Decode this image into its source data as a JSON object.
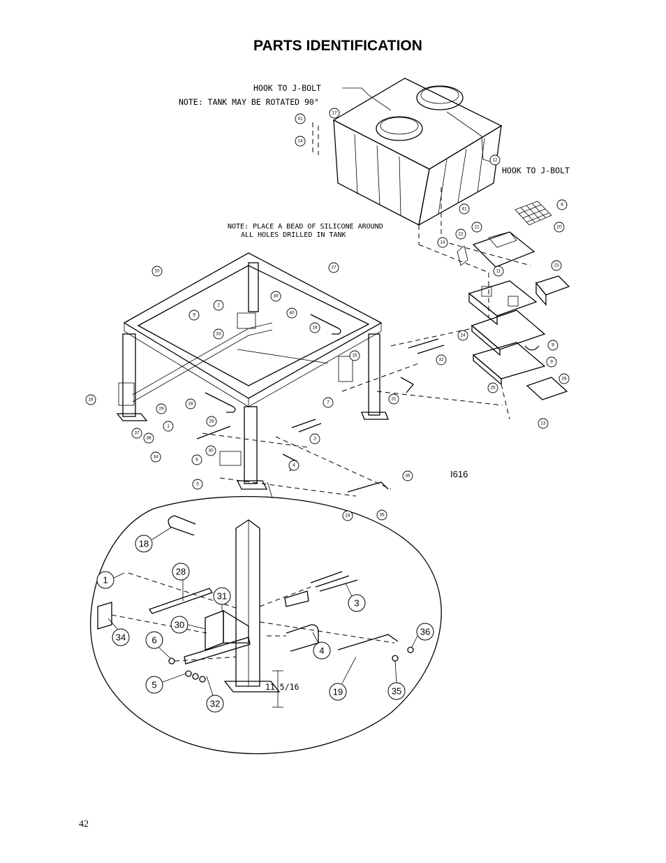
{
  "page": {
    "title": "PARTS IDENTIFICATION",
    "page_number": "42"
  },
  "notes": {
    "hook_top": "HOOK TO J-BOLT",
    "rotate": "NOTE: TANK MAY BE ROTATED 90°",
    "hook_right": "HOOK TO J-BOLT",
    "silicone_line1": "NOTE: PLACE A BEAD OF SILICONE AROUND",
    "silicone_line2": "ALL HOLES DRILLED IN TANK",
    "drawing_id": "I616",
    "dimension": "11 5/16"
  },
  "callouts_main": [
    "17",
    "41",
    "14",
    "12",
    "41",
    "14",
    "8",
    "20",
    "21",
    "22",
    "11",
    "23",
    "27",
    "10",
    "39",
    "2",
    "40",
    "9",
    "33",
    "18",
    "15",
    "32",
    "9",
    "24",
    "9",
    "25",
    "28",
    "13",
    "16",
    "29",
    "18",
    "1",
    "28",
    "7",
    "31",
    "3",
    "37",
    "38",
    "34",
    "30",
    "6",
    "4",
    "5",
    "36",
    "19",
    "35"
  ],
  "callouts_detail": [
    "18",
    "1",
    "28",
    "31",
    "3",
    "34",
    "30",
    "36",
    "6",
    "4",
    "5",
    "32",
    "19",
    "35"
  ]
}
